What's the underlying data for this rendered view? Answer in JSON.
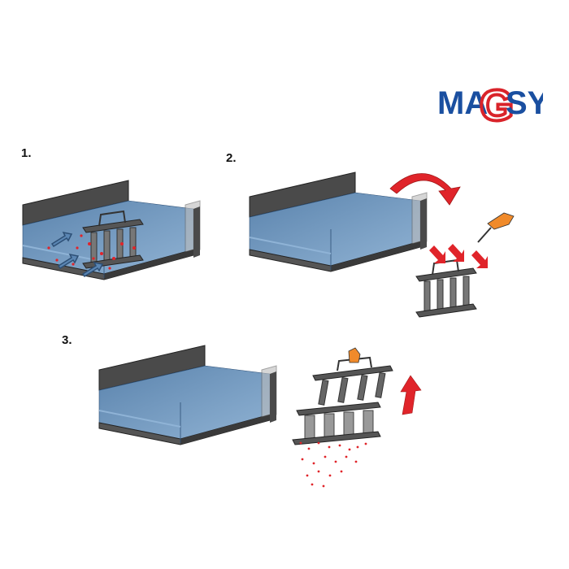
{
  "logo": {
    "text_left": "MA",
    "text_mid": "G",
    "text_right": "SY",
    "blue": "#1a4fa0",
    "red": "#d9232a"
  },
  "steps": [
    {
      "label": "1.",
      "description": "Magnetic separator immersed in tank; liquid flow carries ferrous particles onto magnets"
    },
    {
      "label": "2.",
      "description": "Separator removed from tank; particles held on magnetic tubes"
    },
    {
      "label": "3.",
      "description": "Magnet core lifted out; particles fall away from sleeves"
    }
  ],
  "colors": {
    "tank_wall": "#555",
    "water": "#4a78a8",
    "particles": "#e0242a",
    "arrow_red": "#e0242a",
    "hand": "#f08a2a"
  }
}
